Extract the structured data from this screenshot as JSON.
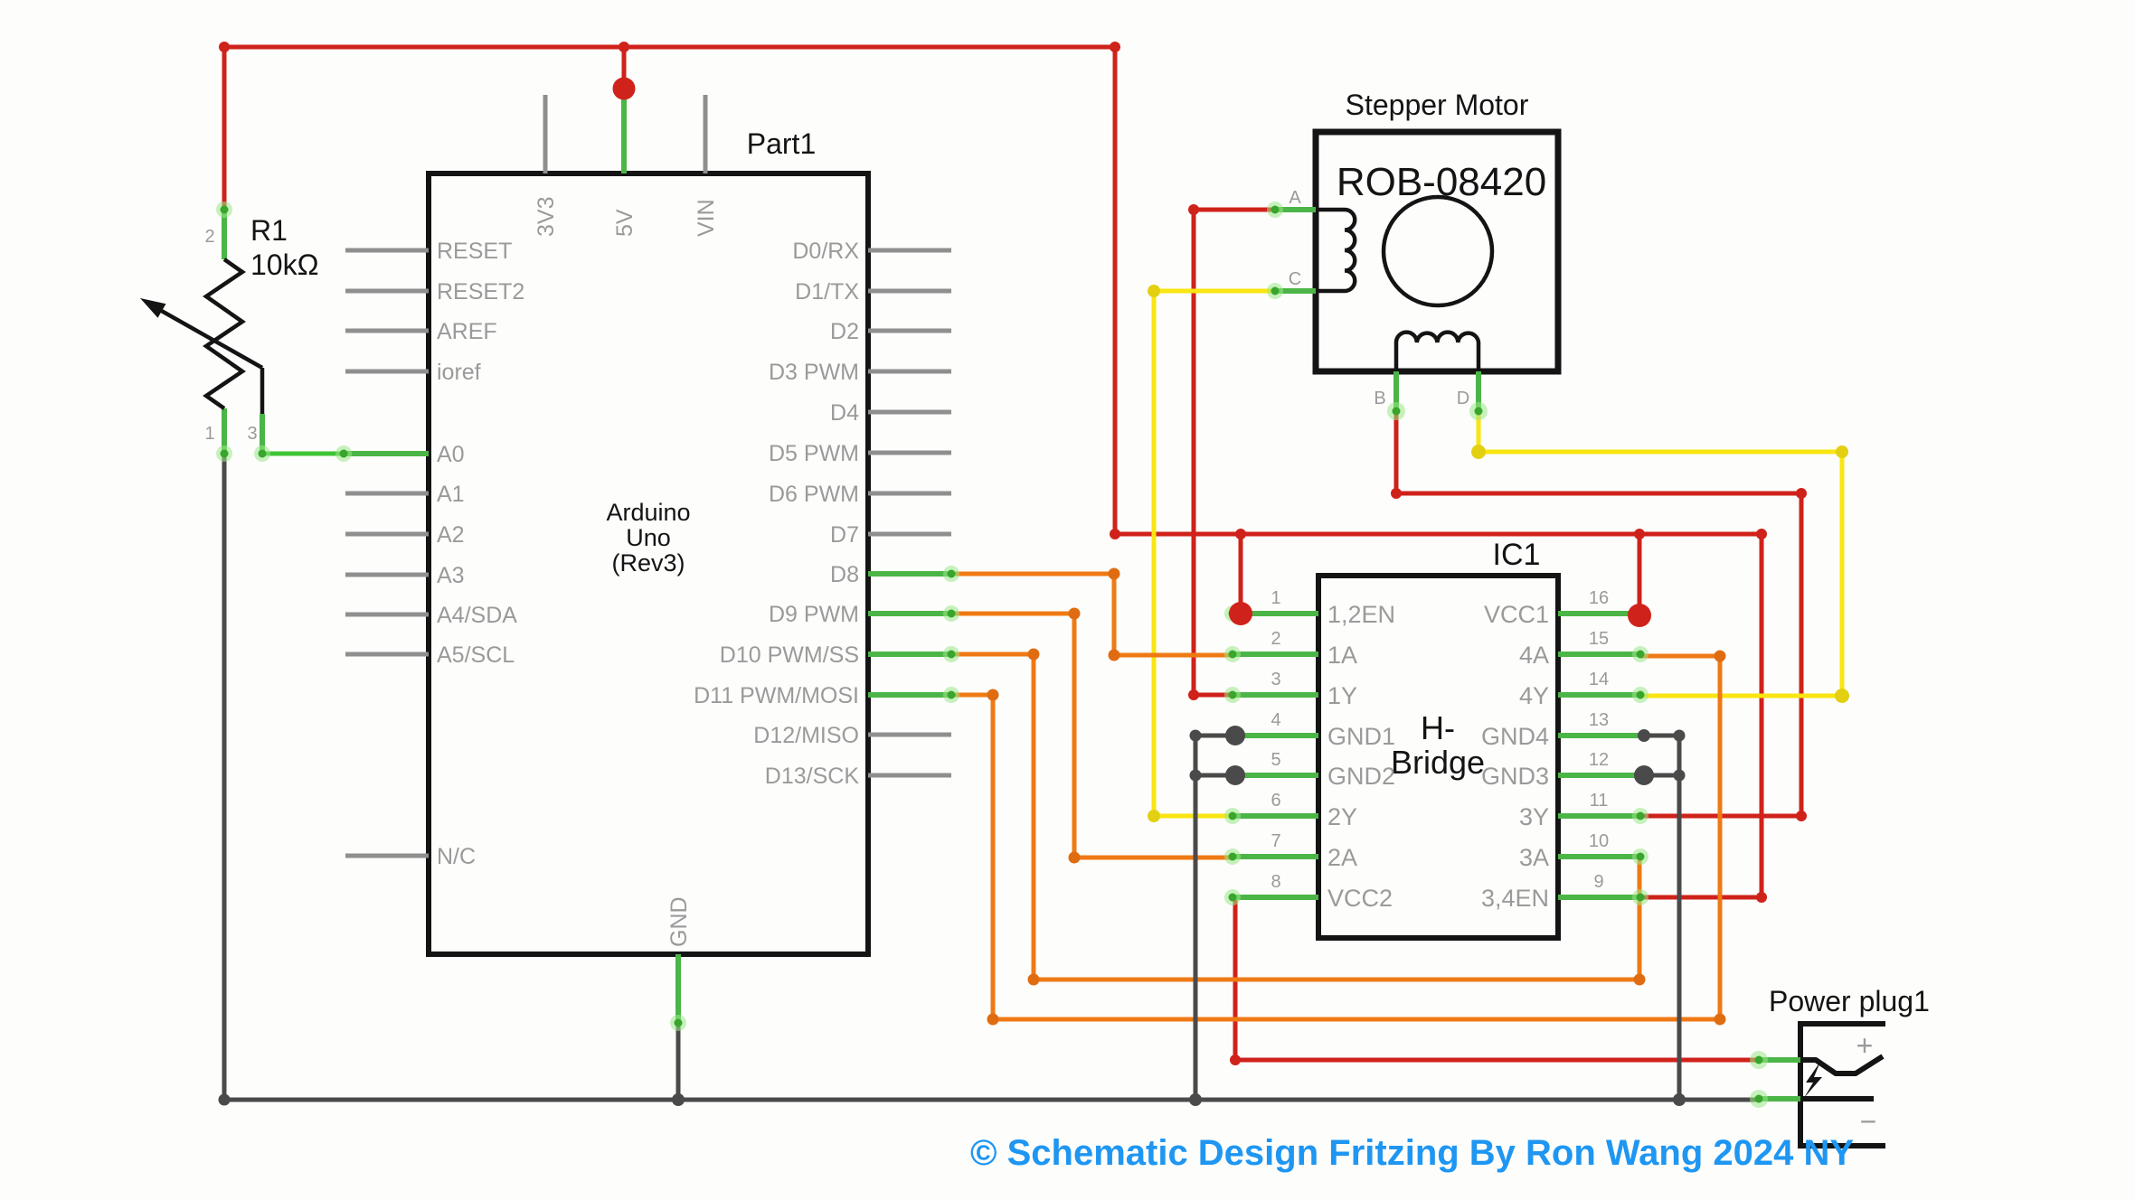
{
  "colors": {
    "wire-red": "#cf221a",
    "wire-orange": "#ef7a15",
    "dot-orange": "#e06c12",
    "wire-yellow": "#f9e511",
    "dot-yellow": "#e3d013",
    "wire-green": "#3fc435",
    "wire-gray": "#4a4a4a",
    "pin-green": "#4cb547",
    "pin-gray": "#8f8f8f",
    "glow-green": "#9ae886",
    "glow-core": "#38a52c",
    "label-gray": "#9a9a9a",
    "ink": "#141414",
    "accent-blue": "#1e96f2"
  },
  "footer": {
    "credit": "© Schematic Design Fritzing  By Ron Wang 2024 NY"
  },
  "potentiometer": {
    "designator": "R1",
    "value": "10kΩ",
    "pin1": "1",
    "pin2": "2",
    "pin3": "3"
  },
  "arduino": {
    "designator": "Part1",
    "name_lines": [
      "Arduino",
      "Uno",
      "(Rev3)"
    ],
    "top_pins": [
      "3V3",
      "5V",
      "VIN"
    ],
    "bottom_pin": "GND",
    "left_pins": [
      "RESET",
      "RESET2",
      "AREF",
      "ioref",
      "A0",
      "A1",
      "A2",
      "A3",
      "A4/SDA",
      "A5/SCL",
      "N/C"
    ],
    "right_pins": [
      "D0/RX",
      "D1/TX",
      "D2",
      "D3 PWM",
      "D4",
      "D5 PWM",
      "D6 PWM",
      "D7",
      "D8",
      "D9 PWM",
      "D10 PWM/SS",
      "D11 PWM/MOSI",
      "D12/MISO",
      "D13/SCK"
    ]
  },
  "stepper": {
    "title": "Stepper Motor",
    "part_number": "ROB-08420",
    "pin_a": "A",
    "pin_b": "B",
    "pin_c": "C",
    "pin_d": "D"
  },
  "hbridge": {
    "designator": "IC1",
    "name_lines": [
      "H-",
      "Bridge"
    ],
    "left_pins": [
      {
        "num": "1",
        "label": "1,2EN"
      },
      {
        "num": "2",
        "label": "1A"
      },
      {
        "num": "3",
        "label": "1Y"
      },
      {
        "num": "4",
        "label": "GND1"
      },
      {
        "num": "5",
        "label": "GND2"
      },
      {
        "num": "6",
        "label": "2Y"
      },
      {
        "num": "7",
        "label": "2A"
      },
      {
        "num": "8",
        "label": "VCC2"
      }
    ],
    "right_pins": [
      {
        "num": "16",
        "label": "VCC1"
      },
      {
        "num": "15",
        "label": "4A"
      },
      {
        "num": "14",
        "label": "4Y"
      },
      {
        "num": "13",
        "label": "GND4"
      },
      {
        "num": "12",
        "label": "GND3"
      },
      {
        "num": "11",
        "label": "3Y"
      },
      {
        "num": "10",
        "label": "3A"
      },
      {
        "num": "9",
        "label": "3,4EN"
      }
    ]
  },
  "power_plug": {
    "label": "Power plug1",
    "positive": "+",
    "negative": "−"
  }
}
